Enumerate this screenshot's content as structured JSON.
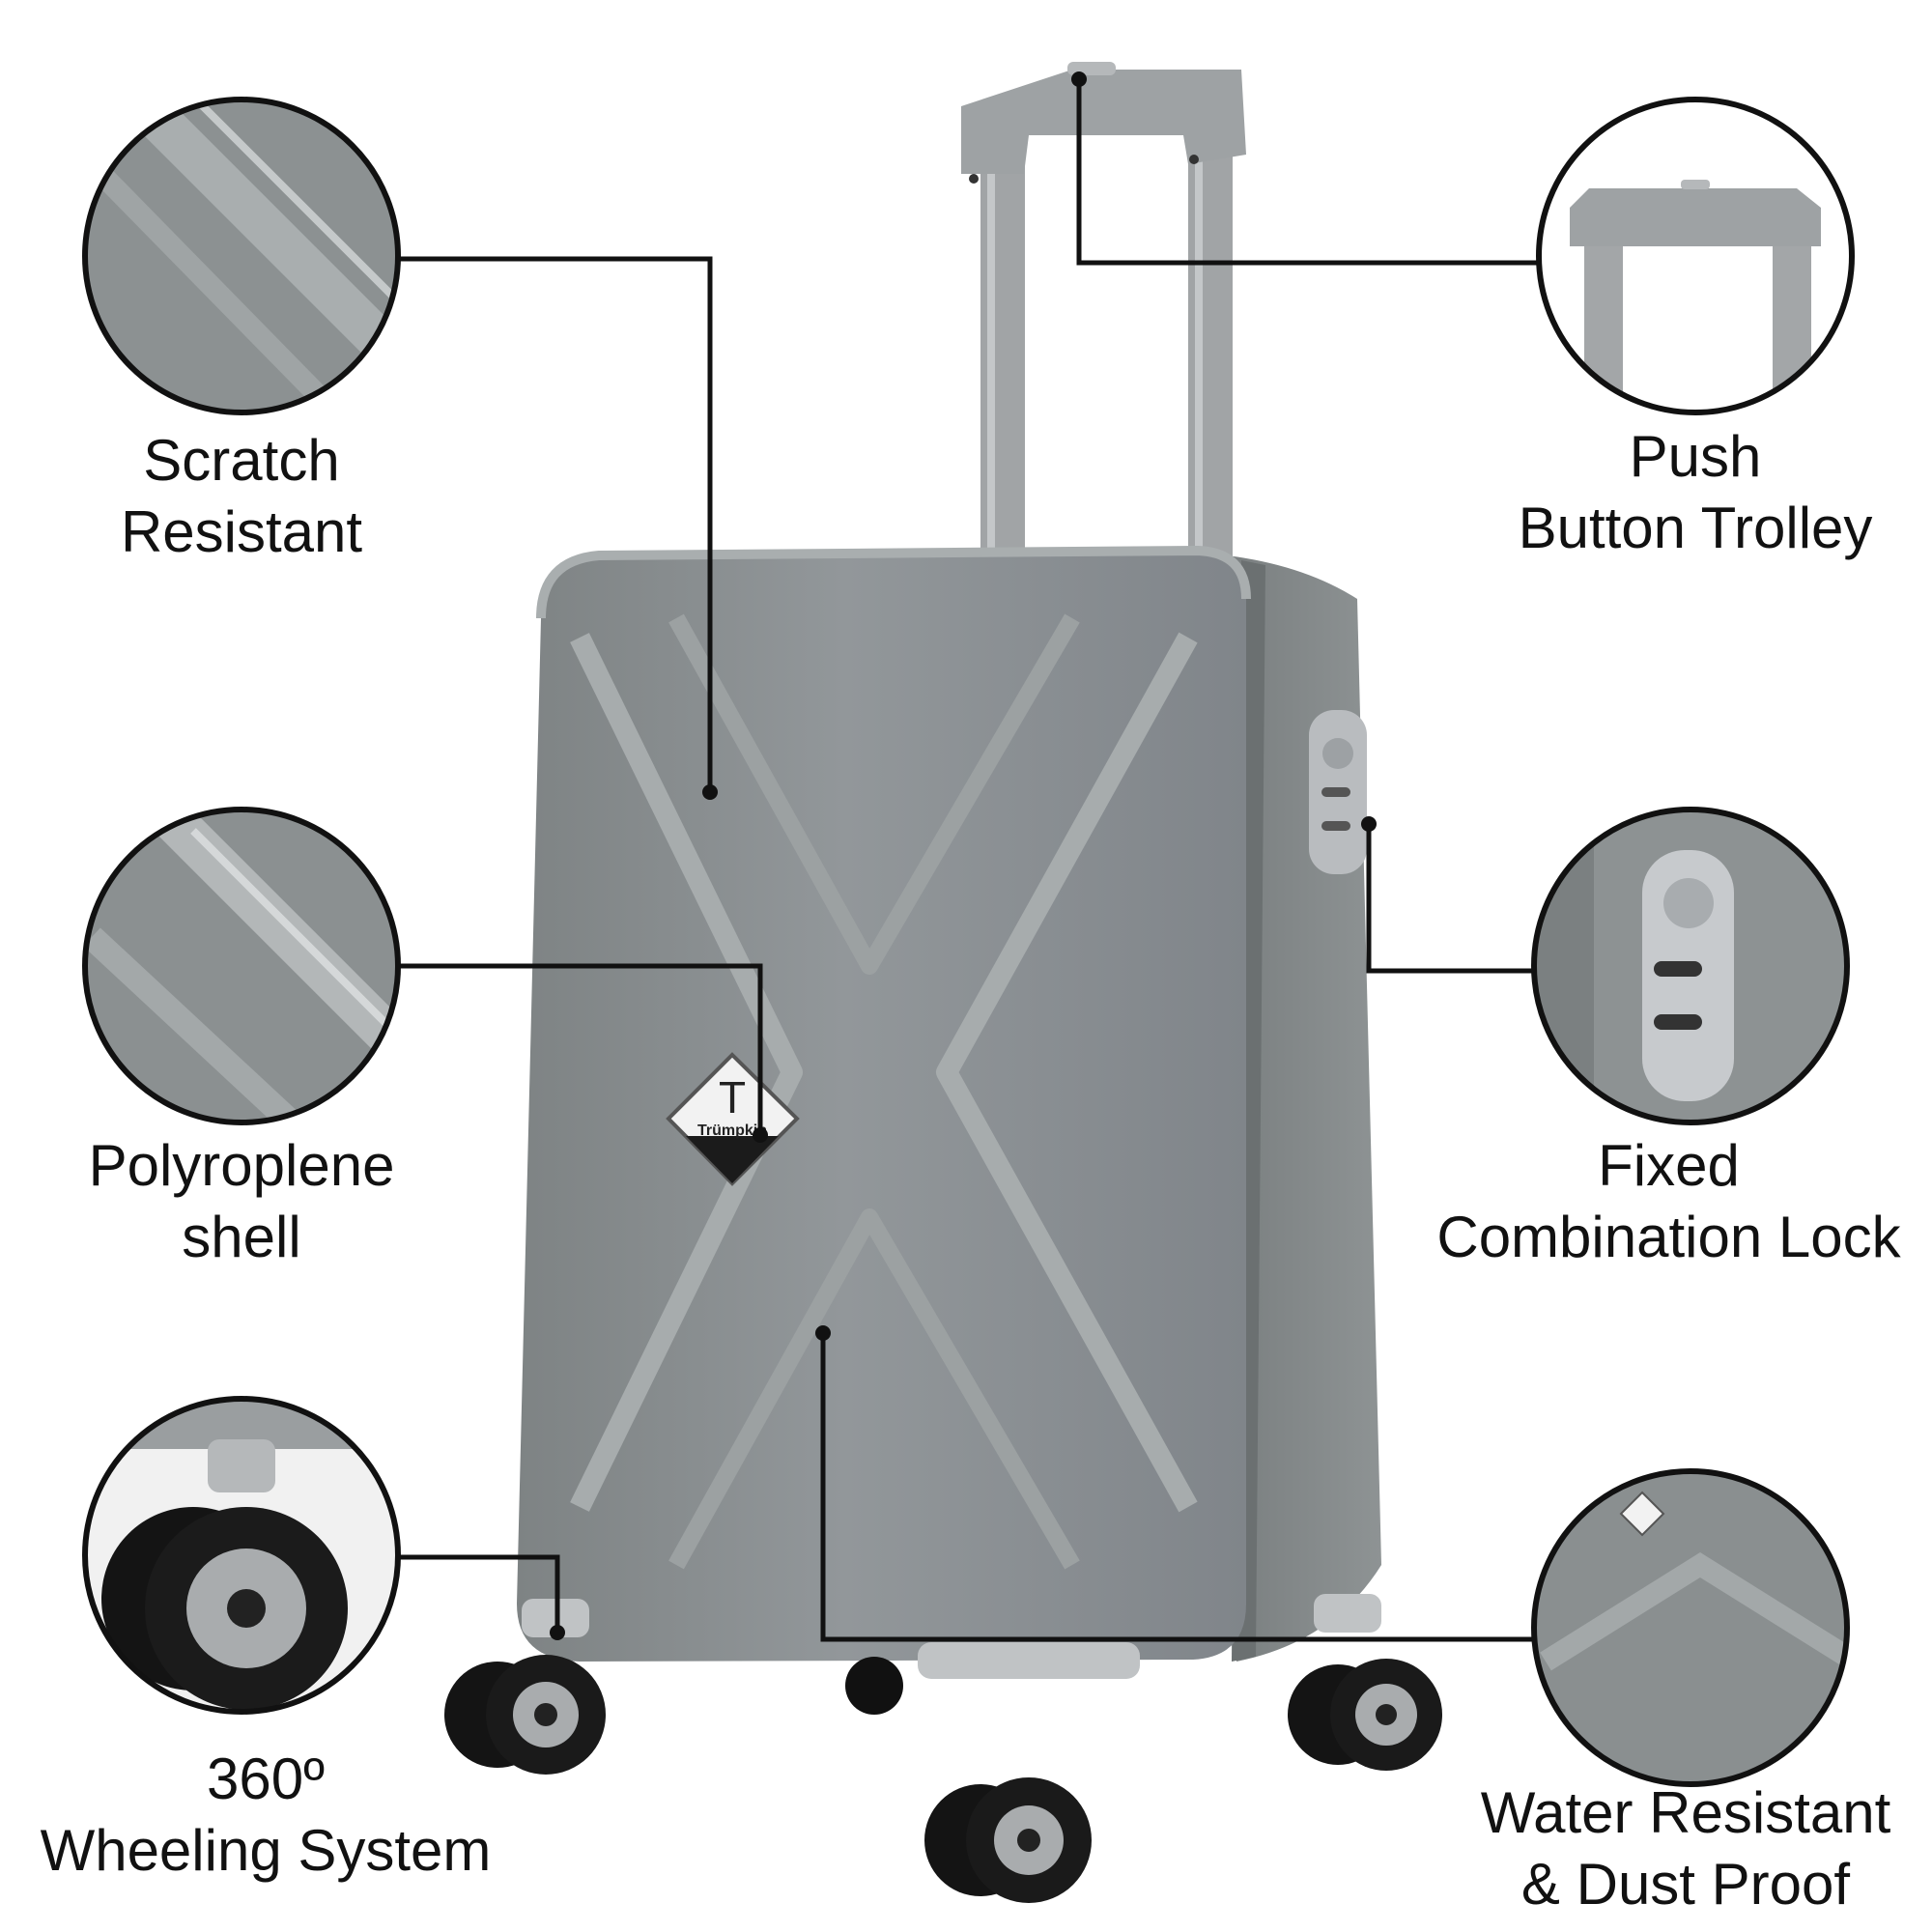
{
  "colors": {
    "shell": "#8a8f90",
    "shell_dark": "#6f7475",
    "shell_light": "#a7acad",
    "handle": "#a3a6a8",
    "wheel": "#151515",
    "hub": "#a9acae",
    "line": "#111111"
  },
  "features": [
    {
      "id": "scratch",
      "line1": "Scratch",
      "line2": "Resistant"
    },
    {
      "id": "polypropylene",
      "line1": "Polyroplene",
      "line2": "shell"
    },
    {
      "id": "wheels",
      "line1": "360º",
      "line2": "Wheeling System"
    },
    {
      "id": "trolley",
      "line1": "Push",
      "line2": "Button Trolley"
    },
    {
      "id": "lock",
      "line1": "Fixed",
      "line2": "Combination Lock"
    },
    {
      "id": "water",
      "line1": "Water Resistant",
      "line2": "& Dust Proof"
    }
  ],
  "brand": {
    "name": "Trümpkin",
    "mark": "T"
  },
  "icons": [
    "scratch-detail-icon",
    "shell-detail-icon",
    "wheel-detail-icon",
    "trolley-detail-icon",
    "lock-detail-icon",
    "water-detail-icon"
  ]
}
